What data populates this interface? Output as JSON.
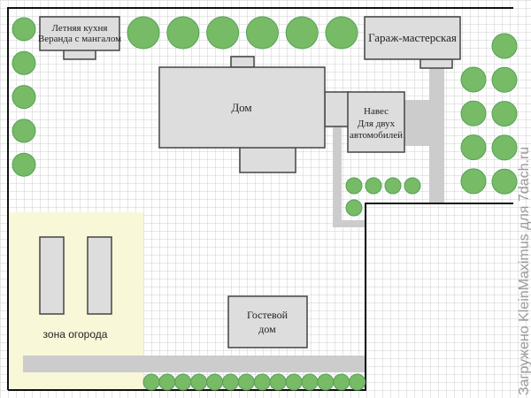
{
  "plan": {
    "title": "План участка",
    "buildings": {
      "summer_kitchen": {
        "lines": [
          "Летняя кухня",
          "Веранда с мангалом"
        ]
      },
      "garage": {
        "label": "Гараж-мастерская"
      },
      "house": {
        "label": "Дом"
      },
      "carport": {
        "lines": [
          "Навес",
          "Для двух",
          "автомобилей"
        ]
      },
      "guest_house": {
        "lines": [
          "Гостевой",
          "дом"
        ]
      }
    },
    "zones": {
      "garden": {
        "label": "зона огорода"
      }
    },
    "watermark": "Загружено KleinMaximus для 7dach.ru",
    "colors": {
      "tree_fill": "#77bb66",
      "tree_stroke": "#55a055",
      "building_fill": "#dddddd",
      "building_stroke": "#444444",
      "path": "#cccccc",
      "garden_fill": "#f8f8d8",
      "grid": "#cfcfcf",
      "border": "#111111"
    },
    "trees": {
      "top_row_count": 6,
      "left_column_count": 5,
      "right_inner_column_count": 4,
      "right_outer_column_count": 5,
      "small_row_count": 5,
      "bottom_row_count": 14
    },
    "beds_count": 2
  }
}
